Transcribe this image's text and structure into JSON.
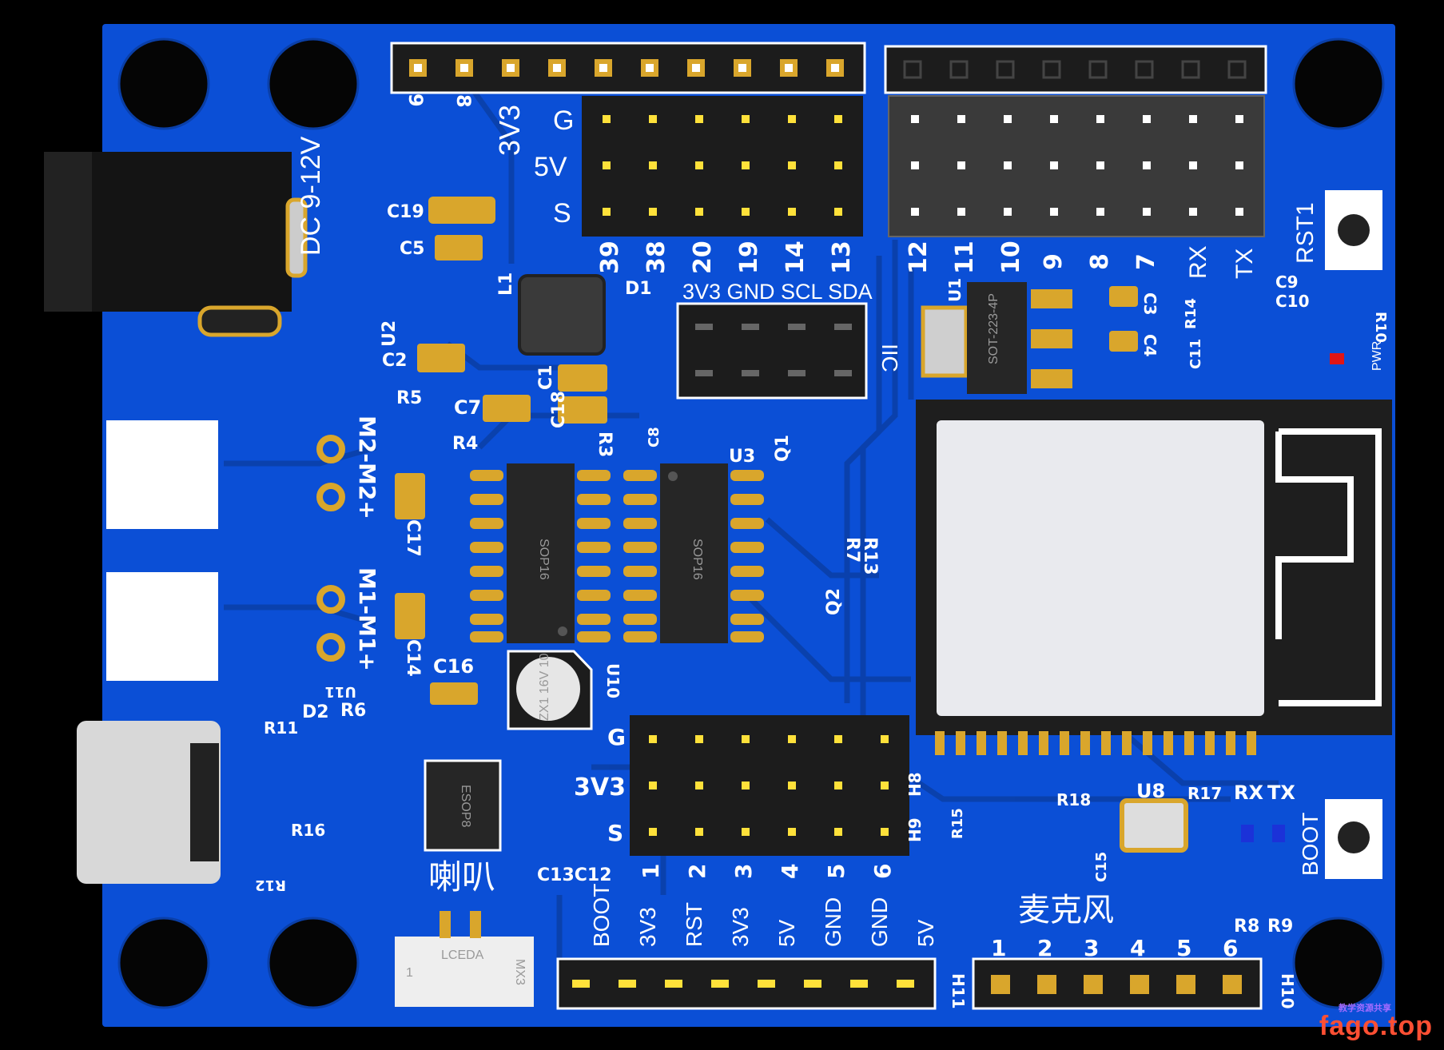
{
  "colors": {
    "board": "#0b4fd6",
    "trace": "#0a3fa8",
    "pad_gold": "#d9a62c",
    "header_black": "#1c1c1c",
    "pin_yellow": "#ffe13a",
    "smd_body": "#2f2f2f",
    "module_shield": "#e9eaee"
  },
  "labels": {
    "h_top_left_9": "9",
    "h_top_left_8": "8",
    "v3v3": "3V3",
    "g_top": "G",
    "v5v": "5V",
    "s_top": "S",
    "dc": "DC  9-12V",
    "gpio_top": [
      "39",
      "38",
      "20",
      "19",
      "14",
      "13"
    ],
    "gpio_right": [
      "12",
      "11",
      "10",
      "9",
      "8",
      "7",
      "RX",
      "TX"
    ],
    "iic_row": "3V3 GND SCL SDA",
    "iic": "IIC",
    "rst1": "RST1",
    "boot_btn": "BOOT",
    "c19": "C19",
    "c5": "C5",
    "u2": "U2",
    "c2": "C2",
    "l1": "L1",
    "d1": "D1",
    "c1": "C1",
    "c18": "C18",
    "c7": "C7",
    "r5": "R5",
    "r4": "R4",
    "r3": "R3",
    "c8": "C8",
    "u3": "U3",
    "q1": "Q1",
    "r7": "R7",
    "r13": "R13",
    "q2": "Q2",
    "u1": "U1",
    "c3": "C3",
    "c4": "C4",
    "c9": "C9",
    "c10": "C10",
    "c11": "C11",
    "r14": "R14",
    "r10": "R10",
    "pwr": "PWR",
    "m2": "M2-M2+",
    "m1": "M1-M1+",
    "c17": "C17",
    "c14": "C14",
    "c16": "C16",
    "u11": "U11",
    "u10": "U10",
    "sop16_a": "SOP16",
    "sop16_b": "SOP16",
    "esop8": "ESOP8",
    "sot": "SOT-223-4P",
    "cap_text": "ZX1 16V 10",
    "r11": "R11",
    "d2": "D2",
    "r6": "R6",
    "r16": "R16",
    "r12": "R12",
    "g_bot": "G",
    "v3v3_bot": "3V3",
    "s_bot": "S",
    "h8": "H8",
    "h9": "H9",
    "bottom_nums": [
      "1",
      "2",
      "3",
      "4",
      "5",
      "6"
    ],
    "c13c12": "C13C12",
    "speaker": "喇叭",
    "r15": "R15",
    "r18": "R18",
    "u8": "U8",
    "r17": "R17",
    "rx": "RX",
    "tx": "TX",
    "c15": "C15",
    "r8": "R8",
    "r9": "R9",
    "mic": "麦克风",
    "h11_pins": [
      "BOOT",
      "3V3",
      "RST",
      "3V3",
      "5V",
      "GND",
      "GND",
      "5V"
    ],
    "h11": "H11",
    "h10": "H10",
    "h10_nums": [
      "1",
      "2",
      "3",
      "4",
      "5",
      "6"
    ],
    "lcd_conn": "LCEDA",
    "mx3": "MX3",
    "one": "1"
  },
  "watermark": {
    "domain": "fago.top",
    "small": "教学资源共享"
  }
}
